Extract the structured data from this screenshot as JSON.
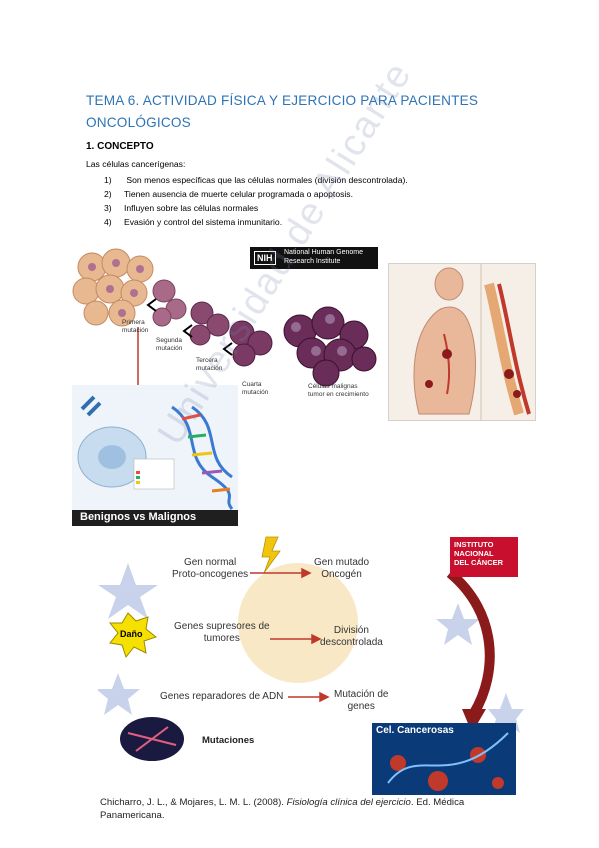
{
  "document": {
    "title_line1": "TEMA 6. ACTIVIDAD FÍSICA Y EJERCICIO PARA PACIENTES",
    "title_line2": "ONCOLÓGICOS",
    "section": "1.   CONCEPTO",
    "intro": "Las células cancerígenas:",
    "items": [
      {
        "num": "1)",
        "text": " Son menos específicas que las células normales (división descontrolada)."
      },
      {
        "num": "2)",
        "text": "Tienen ausencia de muerte celular programada o apoptosis."
      },
      {
        "num": "3)",
        "text": "Influyen sobre las células normales"
      },
      {
        "num": "4)",
        "text": "Evasión y control del sistema inmunitario."
      }
    ]
  },
  "figure1": {
    "nih_logo": "NIH",
    "nih_name_line1": "National Human Genome",
    "nih_name_line2": "Research Institute",
    "labels": {
      "m1a": "Primera",
      "m1b": "mutación",
      "m2a": "Segunda",
      "m2b": "mutación",
      "m3a": "Tercera",
      "m3b": "mutación",
      "m4a": "Cuarta",
      "m4b": "mutación",
      "malig_a": "Células malignas",
      "malig_b": "tumor en crecimiento"
    },
    "banner": "Benignos vs Malignos"
  },
  "figure3": {
    "badge_line1": "INSTITUTO",
    "badge_line2": "NACIONAL",
    "badge_line3": "DEL CÁNCER",
    "gen_normal_a": "Gen normal",
    "gen_normal_b": "Proto-oncogenes",
    "gen_mutado_a": "Gen mutado",
    "gen_mutado_b": "Oncogén",
    "supresores_a": "Genes supresores de",
    "supresores_b": "tumores",
    "division_a": "División",
    "division_b": "descontrolada",
    "reparadores": "Genes reparadores de ADN",
    "mutacion_a": "Mutación de",
    "mutacion_b": "genes",
    "dano": "Daño",
    "mutaciones": "Mutaciones",
    "cel_cancerosas": "Cel. Cancerosas"
  },
  "citation": {
    "authors": "Chicharro, J. L., & Mojares, L. M. L. (2008). ",
    "book": "Fisiología clínica del ejercicio",
    "publisher": ". Ed. Médica Panamericana."
  },
  "watermark": "Universidad de Alicante",
  "colors": {
    "title": "#2e74b5",
    "arrow": "#c0392b",
    "badge": "#c8102e",
    "banner": "#1f1f1f"
  }
}
